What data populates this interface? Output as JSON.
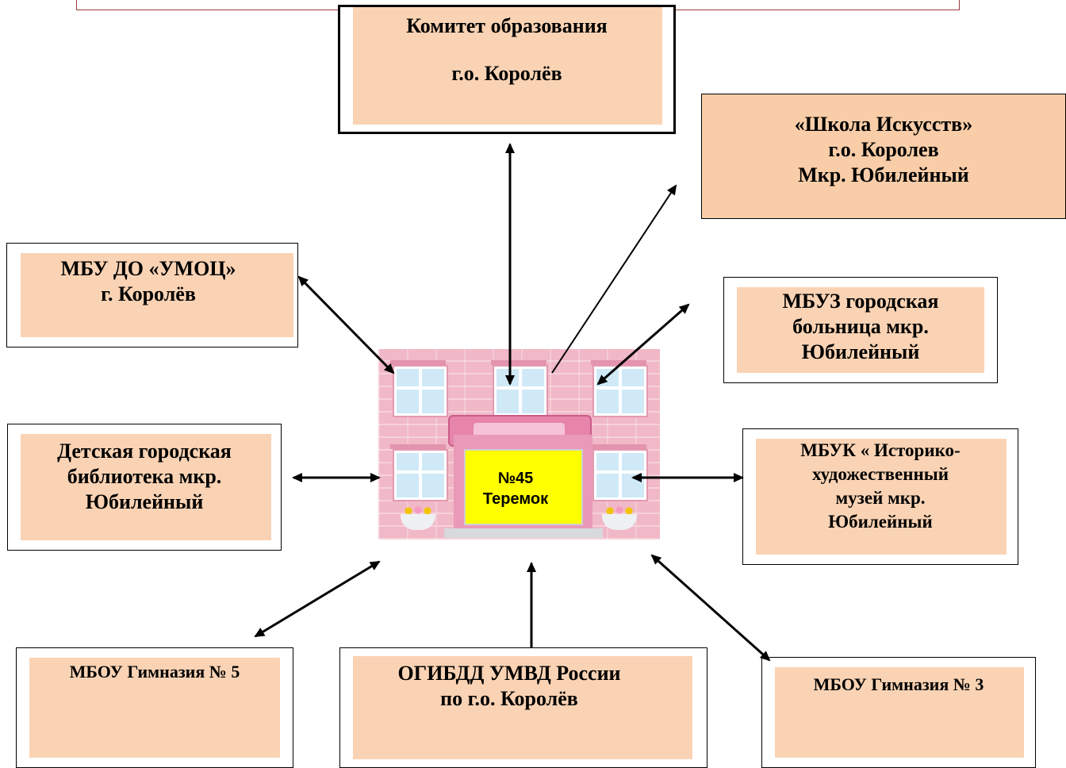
{
  "center": {
    "number": "№45",
    "name": "Теремок"
  },
  "nodes": {
    "committee": {
      "line1": "Комитет образования",
      "line2": "г.о. Королёв"
    },
    "art_school": {
      "line1": "«Школа Искусств»",
      "line2": "г.о. Королев",
      "line3": "Мкр. Юбилейный"
    },
    "umoc": {
      "line1": "МБУ ДО «УМОЦ»",
      "line2": "г. Королёв"
    },
    "hospital": {
      "line1": "МБУЗ городская",
      "line2": "больница мкр.",
      "line3": "Юбилейный"
    },
    "library": {
      "line1": "Детская городская",
      "line2": "библиотека мкр.",
      "line3": "Юбилейный"
    },
    "museum": {
      "line1": "МБУК « Историко-",
      "line2": "художественный",
      "line3": "музей мкр.",
      "line4": "Юбилейный"
    },
    "gym5": {
      "line1": "МБОУ Гимназия № 5"
    },
    "ogibdd": {
      "line1": "ОГИБДД  УМВД России",
      "line2": "по г.о. Королёв"
    },
    "gym3": {
      "line1": "МБОУ Гимназия № 3"
    }
  },
  "colors": {
    "box_fill": "#fad3b4",
    "center_fill": "#ffff00",
    "frame": "#9b3b3b"
  }
}
